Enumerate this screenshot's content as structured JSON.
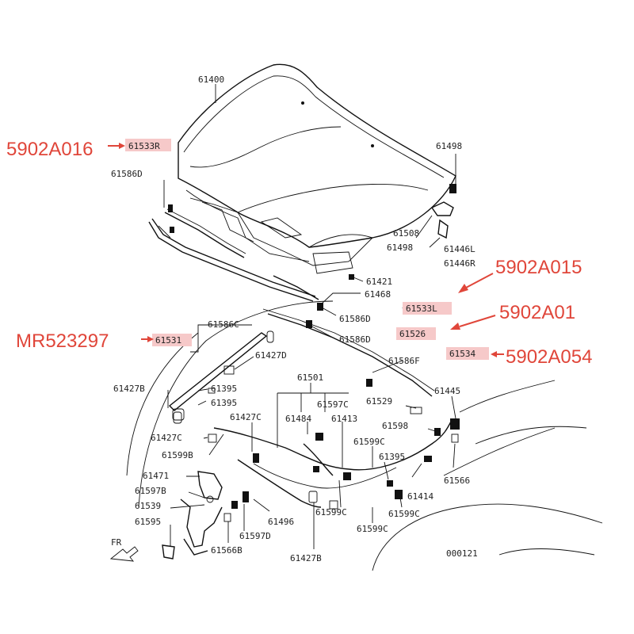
{
  "labels": {
    "l61400": "61400",
    "l61533R": "61533R",
    "l61586D_tl": "61586D",
    "l61498_top": "61498",
    "l61508": "61508",
    "l61498_mid": "61498",
    "l61446L": "61446L",
    "l61446R": "61446R",
    "l61421": "61421",
    "l61468": "61468",
    "l61533L": "61533L",
    "l61586D_a": "61586D",
    "l61526": "61526",
    "l61586D_b": "61586D",
    "l61586C": "61586C",
    "l61531": "61531",
    "l61427D": "61427D",
    "l61534": "61534",
    "l61586F": "61586F",
    "l61427B_top": "61427B",
    "l61395_a": "61395",
    "l61395_b": "61395",
    "l61501": "61501",
    "l61597C": "61597C",
    "l61484": "61484",
    "l61413": "61413",
    "l61529": "61529",
    "l61445": "61445",
    "l61427C_a": "61427C",
    "l61427C_b": "61427C",
    "l61599B": "61599B",
    "l61598": "61598",
    "l61599C_a": "61599C",
    "l61395_c": "61395",
    "l61471": "61471",
    "l61597B": "61597B",
    "l61539": "61539",
    "l61566_r": "61566",
    "l61414": "61414",
    "l61496": "61496",
    "l61599C_b": "61599C",
    "l61599C_c": "61599C",
    "l61599C_d": "61599C",
    "l61595": "61595",
    "l61597D": "61597D",
    "l61566B": "61566B",
    "l61427B_bot": "61427B",
    "fr": "FR",
    "code": "000121"
  },
  "callouts": {
    "c5902A016": "5902A016",
    "c5902A015": "5902A015",
    "c5902A01": "5902A01",
    "cMR523297": "MR523297",
    "c5902A054": "5902A054"
  },
  "colors": {
    "callout": "#e0463a",
    "highlight": "#f6c9c9",
    "ink": "#111111"
  }
}
